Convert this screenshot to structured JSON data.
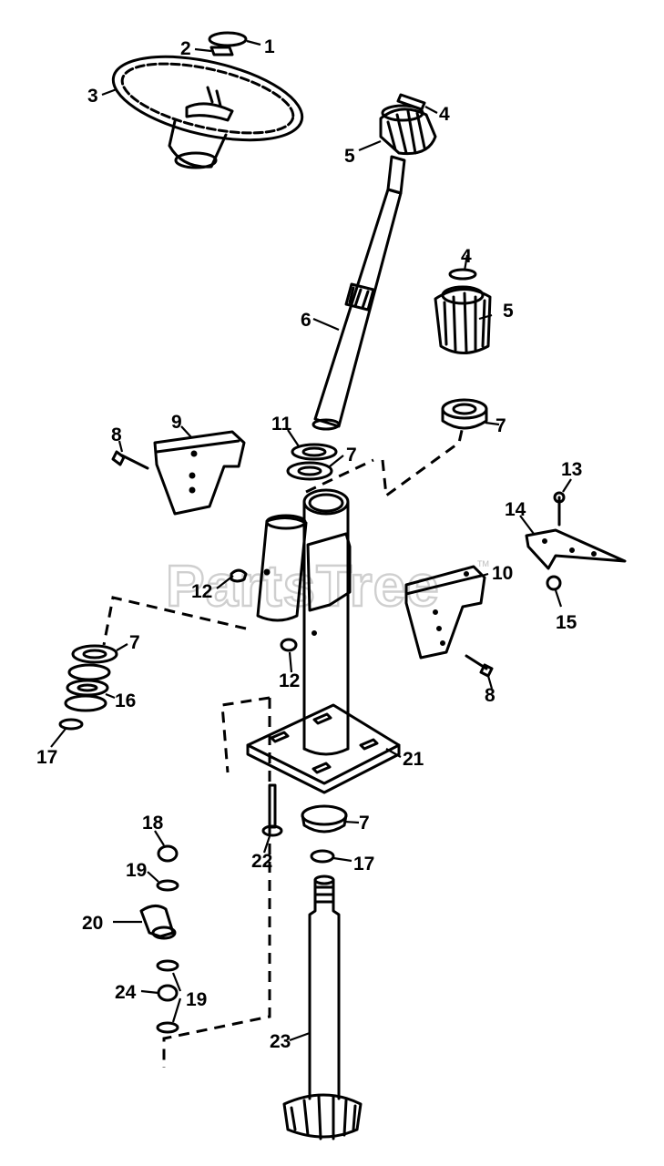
{
  "watermark": {
    "text": "PartsTree",
    "trademark": "TM"
  },
  "callouts": {
    "c1": "1",
    "c2": "2",
    "c3": "3",
    "c4a": "4",
    "c5a": "5",
    "c4b": "4",
    "c5b": "5",
    "c6": "6",
    "c7a": "7",
    "c9": "9",
    "c8a": "8",
    "c11": "11",
    "c7b": "7",
    "c13": "13",
    "c14": "14",
    "c12a": "12",
    "c10": "10",
    "c15": "15",
    "c7c": "7",
    "c16": "16",
    "c12b": "12",
    "c8b": "8",
    "c17a": "17",
    "c21": "21",
    "c18": "18",
    "c7d": "7",
    "c19a": "19",
    "c22": "22",
    "c17b": "17",
    "c20": "20",
    "c24": "24",
    "c19b": "19",
    "c23": "23"
  }
}
